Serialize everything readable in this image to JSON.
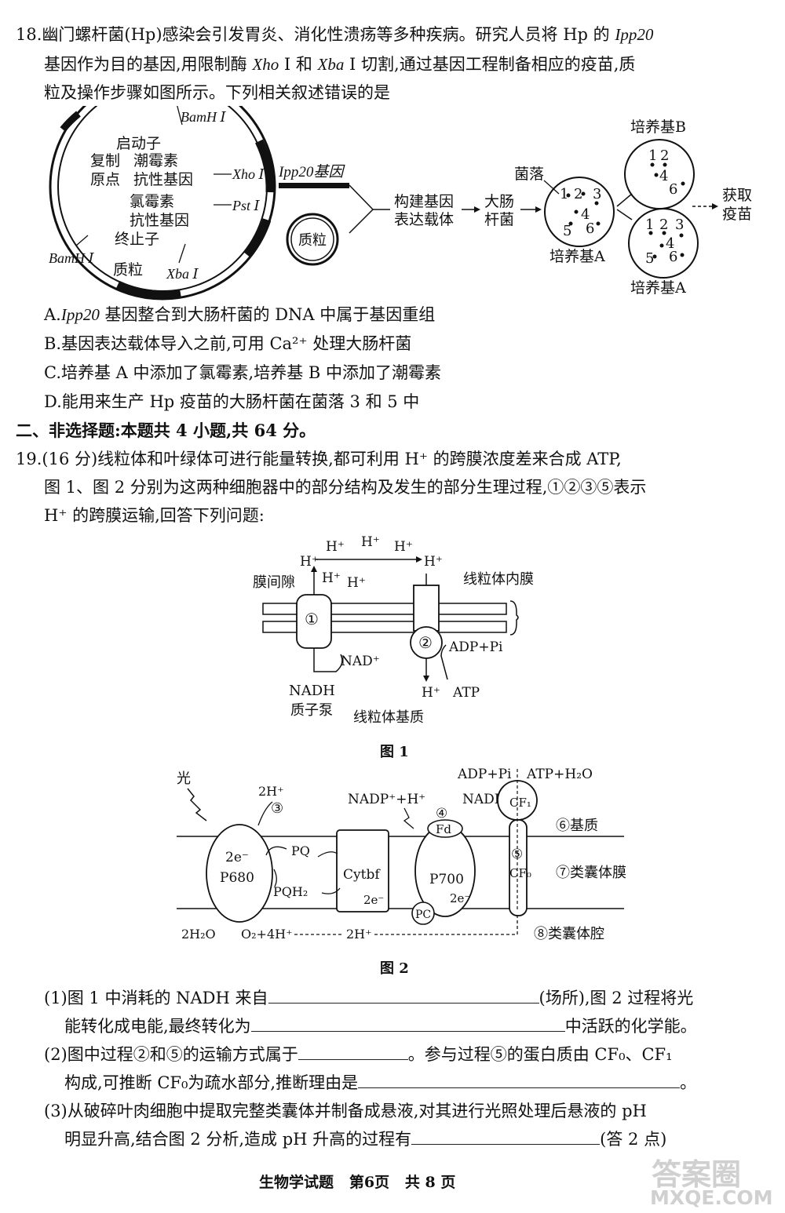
{
  "q18": {
    "line1": "18.幽门螺杆菌(Hp)感染会引发胃炎、消化性溃疡等多种疾病。研究人员将 Hp 的",
    "gene_name": "Ipp20",
    "line2_a": "基因作为目的基因,用限制酶",
    "enzyme_xho": "Xho",
    "line2_b": " Ⅰ 和",
    "enzyme_xba": "Xba",
    "line2_c": " Ⅰ 切割,通过基因工程制备相应的疫苗,质",
    "line3": "粒及操作步骤如图所示。下列相关叙述错误的是",
    "diagram": {
      "bamh1_top": "BamH Ⅰ",
      "promoter": "启动子",
      "ori_1": "复制",
      "ori_2": "原点",
      "neo_1": "潮霉素",
      "neo_2": "抗性基因",
      "xho1": "Xho Ⅰ",
      "chl_1": "氯霉素",
      "chl_2": "抗性基因",
      "pst1": "Pst Ⅰ",
      "terminator": "终止子",
      "bamh1_bottom": "BamH Ⅰ",
      "plasmid_label": "质粒",
      "xba1": "Xba Ⅰ",
      "ipp20_gene": "Ipp20基因",
      "plasmid_circle": "质粒",
      "build_1": "构建基因",
      "build_2": "表达载体",
      "ecoli_1": "大肠",
      "ecoli_2": "杆菌",
      "colony": "菌落",
      "medium_a1": "培养基A",
      "medium_b": "培养基B",
      "medium_a2": "培养基A",
      "get_1": "获取",
      "get_2": "疫苗",
      "n1": "1",
      "n2": "2",
      "n3": "3",
      "n4": "4",
      "n5": "5",
      "n6": "6"
    },
    "options": [
      {
        "label": "A.",
        "gene": "Ipp20",
        "text": " 基因整合到大肠杆菌的 DNA 中属于基因重组"
      },
      {
        "label": "B.",
        "gene": "",
        "text": "基因表达载体导入之前,可用 Ca²⁺ 处理大肠杆菌"
      },
      {
        "label": "C.",
        "gene": "",
        "text": "培养基 A 中添加了氯霉素,培养基 B 中添加了潮霉素"
      },
      {
        "label": "D.",
        "gene": "",
        "text": "能用来生产 Hp 疫苗的大肠杆菌在菌落 3 和 5 中"
      }
    ]
  },
  "section2": "二、非选择题:本题共 4 小题,共 64 分。",
  "q19": {
    "line1": "19.(16 分)线粒体和叶绿体可进行能量转换,都可利用 H⁺ 的跨膜浓度差来合成 ATP,",
    "line2": "图 1、图 2 分别为这两种细胞器中的部分结构及发生的部分生理过程,①②③⑤表示",
    "line3": "H⁺ 的跨膜运输,回答下列问题:",
    "fig1": {
      "h_top1": "H⁺",
      "h_top2": "H⁺",
      "h_top3": "H⁺",
      "h_left": "H⁺",
      "h_right": "H⁺",
      "h_mid1": "H⁺",
      "h_mid2": "H⁺",
      "intermembrane": "膜间隙",
      "inner_membrane": "线粒体内膜",
      "c1": "①",
      "c2": "②",
      "nad": "NAD⁺",
      "adp": "ADP+Pi",
      "nadh": "NADH",
      "pump": "质子泵",
      "h_bottom": "H⁺",
      "atp": "ATP",
      "matrix": "线粒体基质",
      "caption": "图 1"
    },
    "fig2": {
      "light": "光",
      "h2": "2H⁺",
      "c3": "③",
      "adp": "ADP+Pi",
      "atp": "ATP+H₂O",
      "nadp": "NADP⁺+H⁺",
      "nadph": "NADPH",
      "c4": "④",
      "fd": "Fd",
      "cf1": "CF₁",
      "stroma": "⑥基质",
      "e2a": "2e⁻",
      "p680": "P680",
      "pq": "PQ",
      "pqh2": "PQH₂",
      "cytbf": "Cytbf",
      "e2b": "2e⁻",
      "p700": "P700",
      "e2c": "2e⁻",
      "c5": "⑤",
      "cf0": "CF₀",
      "thylakoid_membrane": "⑦类囊体膜",
      "pc": "PC",
      "water": "2H₂O",
      "o2": "O₂+4H⁺",
      "h2b": "2H⁺",
      "lumen": "⑧类囊体腔",
      "caption": "图 2"
    },
    "sub1_a": "(1)图 1 中消耗的 NADH 来自",
    "sub1_b": "(场所),图 2 过程将光",
    "sub1_c": "能转化成电能,最终转化为",
    "sub1_d": "中活跃的化学能。",
    "sub2_a": "(2)图中过程②和⑤的运输方式属于",
    "sub2_b": "。参与过程⑤的蛋白质由 CF₀、CF₁",
    "sub2_c": "构成,可推断 CF₀为疏水部分,推断理由是",
    "sub2_d": "。",
    "sub3_a": "(3)从破碎叶肉细胞中提取完整类囊体并制备成悬液,对其进行光照处理后悬液的 pH",
    "sub3_b": "明显升高,结合图 2 分析,造成 pH 升高的过程有",
    "sub3_c": "(答 2 点)"
  },
  "footer": "生物学试题   第6页   共 8 页",
  "watermark": {
    "top": "答案圈",
    "bottom": "MXQE.COM"
  }
}
